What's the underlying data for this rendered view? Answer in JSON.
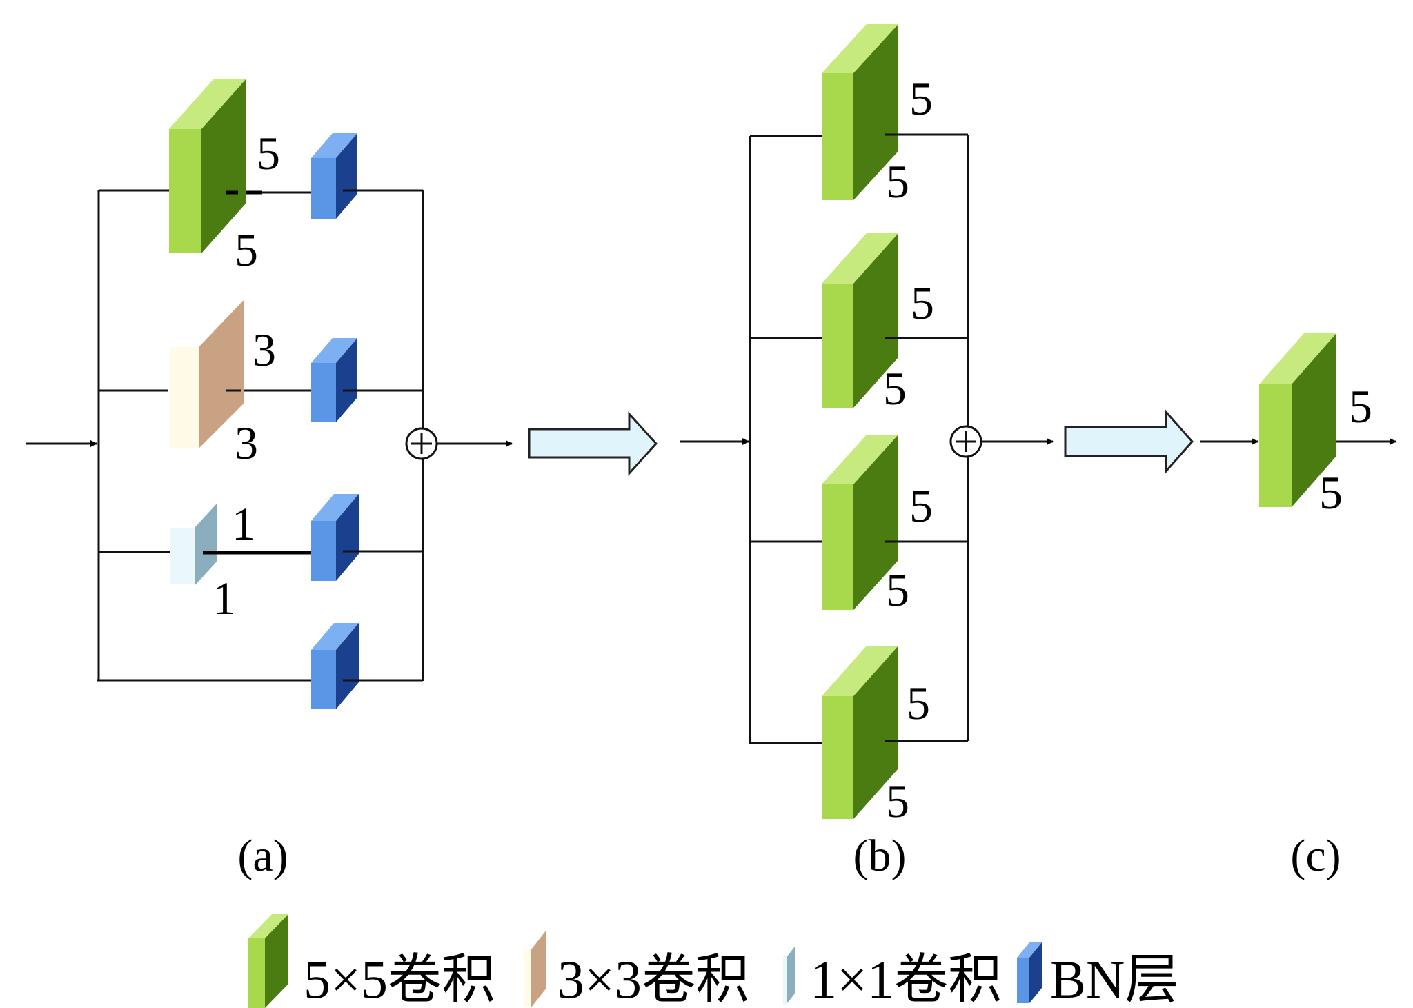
{
  "figure": {
    "panels": [
      {
        "id": "a",
        "caption": "(a)",
        "branches": [
          {
            "layer": "conv5x5",
            "kernel_labels": [
              "5",
              "5"
            ],
            "followed_by": "bn"
          },
          {
            "layer": "conv3x3",
            "kernel_labels": [
              "3",
              "3"
            ],
            "followed_by": "bn"
          },
          {
            "layer": "conv1x1",
            "kernel_labels": [
              "1",
              "1"
            ],
            "followed_by": "bn"
          },
          {
            "layer": "identity",
            "kernel_labels": [],
            "followed_by": "bn"
          }
        ],
        "merge": "⊕"
      },
      {
        "id": "b",
        "caption": "(b)",
        "branches": [
          {
            "layer": "conv5x5",
            "kernel_labels": [
              "5",
              "5"
            ]
          },
          {
            "layer": "conv5x5",
            "kernel_labels": [
              "5",
              "5"
            ]
          },
          {
            "layer": "conv5x5",
            "kernel_labels": [
              "5",
              "5"
            ]
          },
          {
            "layer": "conv5x5",
            "kernel_labels": [
              "5",
              "5"
            ]
          }
        ],
        "merge": "⊕"
      },
      {
        "id": "c",
        "caption": "(c)",
        "branches": [
          {
            "layer": "conv5x5",
            "kernel_labels": [
              "5",
              "5"
            ]
          }
        ]
      }
    ],
    "legend": [
      {
        "key": "conv5x5",
        "label": "5×5卷积"
      },
      {
        "key": "conv3x3",
        "label": "3×3卷积"
      },
      {
        "key": "conv1x1",
        "label": "1×1卷积"
      },
      {
        "key": "bn",
        "label": "BN层"
      }
    ],
    "colors": {
      "conv5x5_front": "#a8d84c",
      "conv5x5_top": "#c6ea7e",
      "conv5x5_side": "#4b7c12",
      "conv3x3_front": "#fffbe6",
      "conv3x3_side": "#c9a283",
      "conv1x1_front": "#eaf8fc",
      "conv1x1_side": "#8aaebe",
      "bn_front": "#5b96e6",
      "bn_top": "#7cb0f2",
      "bn_side": "#1b408d",
      "transform_arrow_fill": "#dff4fb",
      "line": "#111111"
    }
  }
}
